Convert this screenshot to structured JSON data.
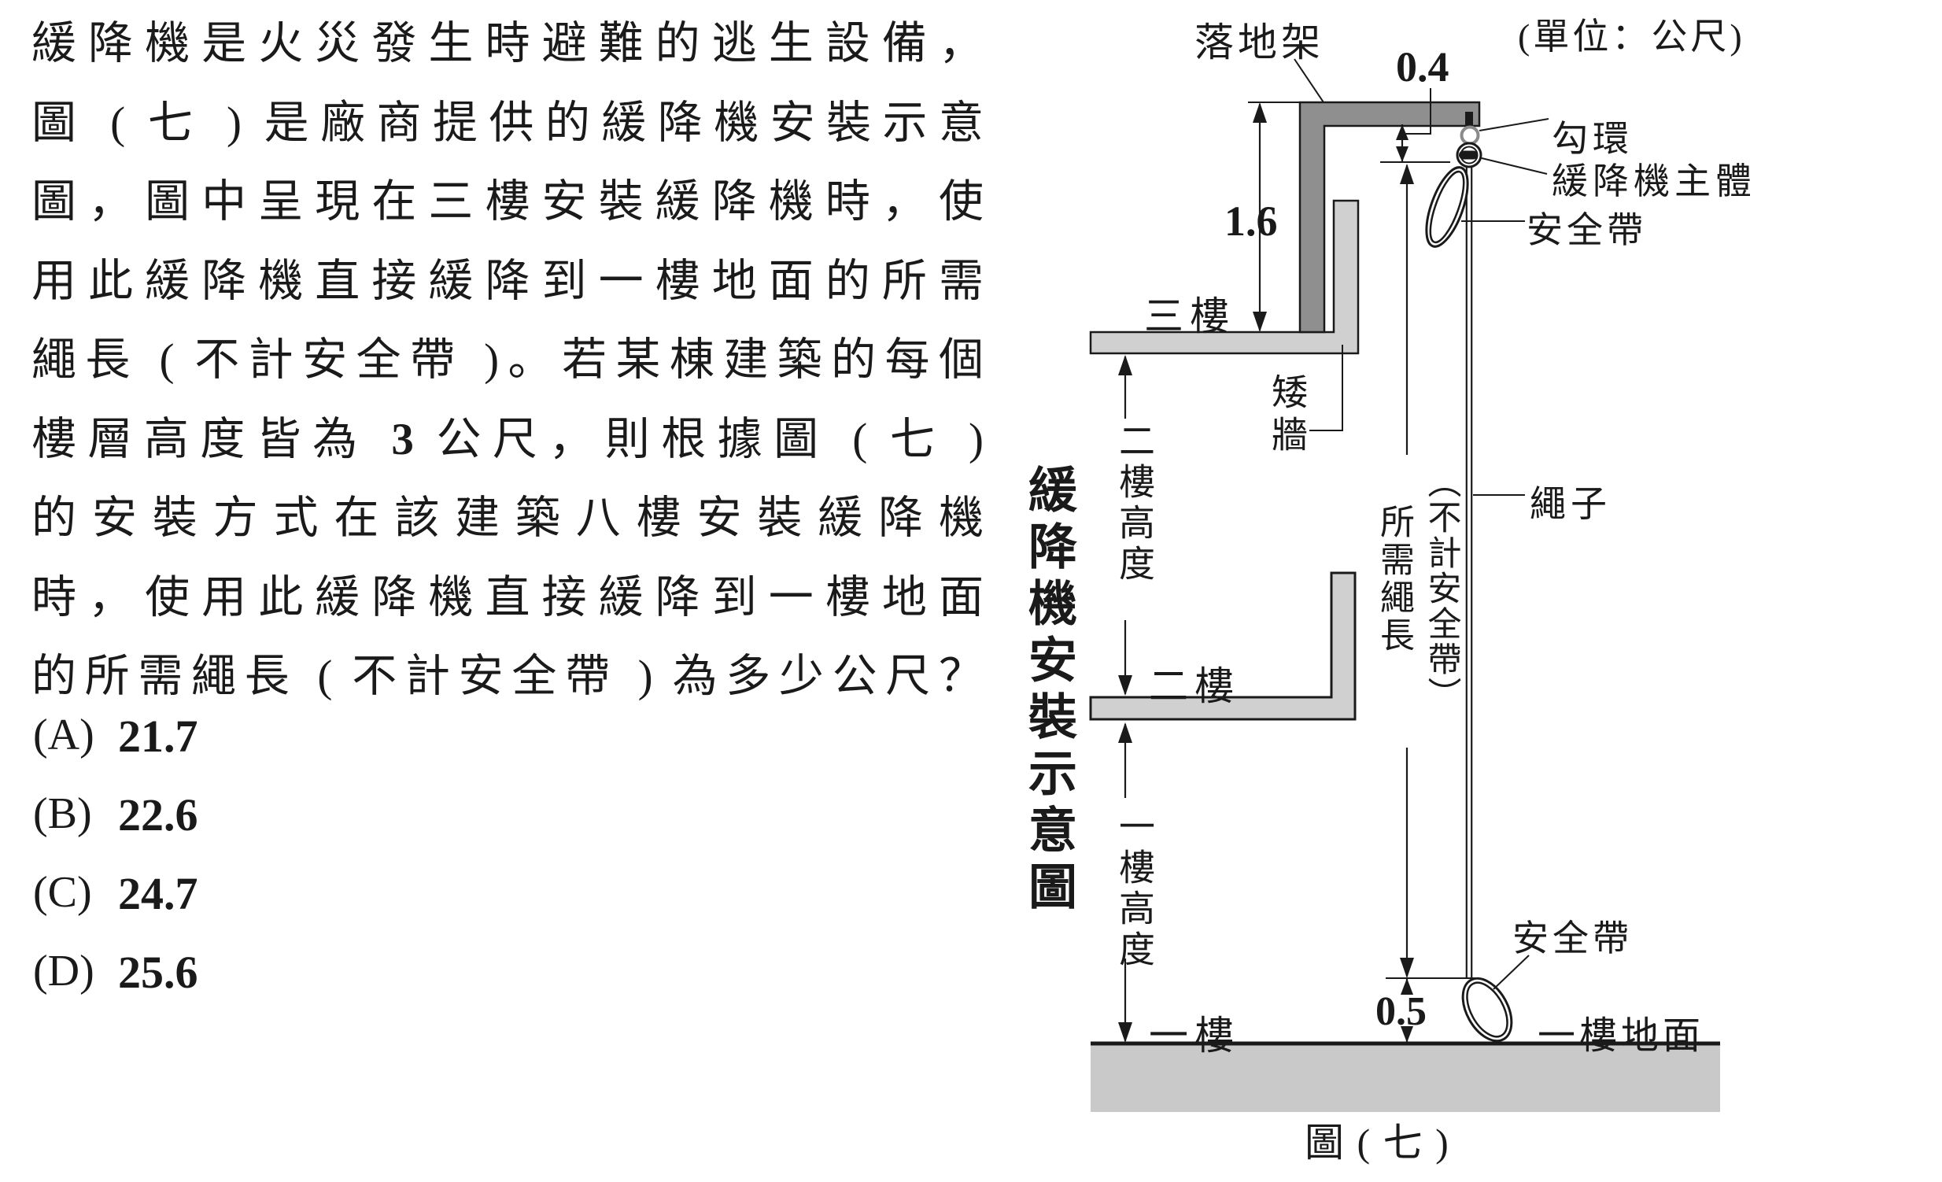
{
  "question": {
    "lines": [
      "緩降機是火災發生時避難的逃生設備，",
      "圖 ( 七 ) 是廠商提供的緩降機安裝示意",
      "圖，圖中呈現在三樓安裝緩降機時，使",
      "用此緩降機直接緩降到一樓地面的所需",
      "繩長 ( 不計安全帶 )。若某棟建築的每個",
      {
        "pre": "樓層高度皆為 ",
        "num": "3",
        "post": " 公尺，則根據圖 ( 七 )"
      },
      "的安裝方式在該建築八樓安裝緩降機",
      "時，使用此緩降機直接緩降到一樓地面",
      "的所需繩長 ( 不計安全帶 ) 為多少公尺？"
    ],
    "options": [
      {
        "label": "(A)",
        "value": "21.7"
      },
      {
        "label": "(B)",
        "value": "22.6"
      },
      {
        "label": "(C)",
        "value": "24.7"
      },
      {
        "label": "(D)",
        "value": "25.6"
      }
    ]
  },
  "figure": {
    "side_title": "緩降機安裝示意圖",
    "unit_note": "(單位：公尺)",
    "caption": "圖 ( 七 )",
    "labels": {
      "bracket": "落地架",
      "hook_ring": "勾環",
      "descender_body": "緩降機主體",
      "safety_belt_top": "安全帶",
      "rope": "繩子",
      "low_wall": "矮牆",
      "floor3": "三樓",
      "floor2": "二樓",
      "floor1": "一樓",
      "floor2_height": "二樓高度",
      "floor1_height": "一樓高度",
      "required_rope_paren": "（不計安全帶）",
      "required_rope": "所需繩長",
      "safety_belt_bottom": "安全帶",
      "ground": "一樓地面"
    },
    "dimensions": {
      "hook_offset": "0.4",
      "bracket_height": "1.6",
      "belt_to_ground": "0.5"
    },
    "colors": {
      "bracket_fill": "#8f8f8f",
      "wall_fill": "#d0d0d0",
      "ground_fill": "#c9c9c9",
      "ring_stroke": "#8a8a8a",
      "line_color": "#1a1a1a"
    }
  }
}
